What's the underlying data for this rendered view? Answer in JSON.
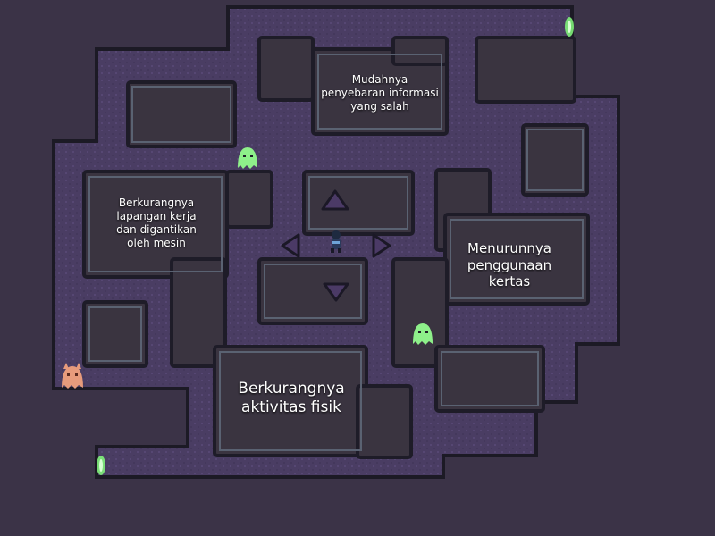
{
  "game": {
    "answers": [
      {
        "id": "answer-1",
        "label": "Mudahnya penyebaran informasi yang salah"
      },
      {
        "id": "answer-2",
        "label": "Berkurangnya lapangan kerja dan digantikan oleh mesin"
      },
      {
        "id": "answer-3",
        "label": "Menurunnya penggunaan kertas"
      },
      {
        "id": "answer-4",
        "label": "Berkurangnya aktivitas fisik"
      }
    ],
    "controls": [
      "arrow-up",
      "arrow-down",
      "arrow-left",
      "arrow-right"
    ],
    "colors": {
      "background": "#3b3347",
      "path": "#4a3d63",
      "wall": "#1f1d2b",
      "wall_border": "#5a6272",
      "room": "#3a3440",
      "ghost": "#8ef08a",
      "enemy_orange": "#e79b7c",
      "portal": "#7ff07a",
      "arrow": "#4b3a66"
    },
    "characters": [
      "player-icon",
      "ghost-icon",
      "ghost-icon",
      "pig-ghost-icon"
    ]
  }
}
